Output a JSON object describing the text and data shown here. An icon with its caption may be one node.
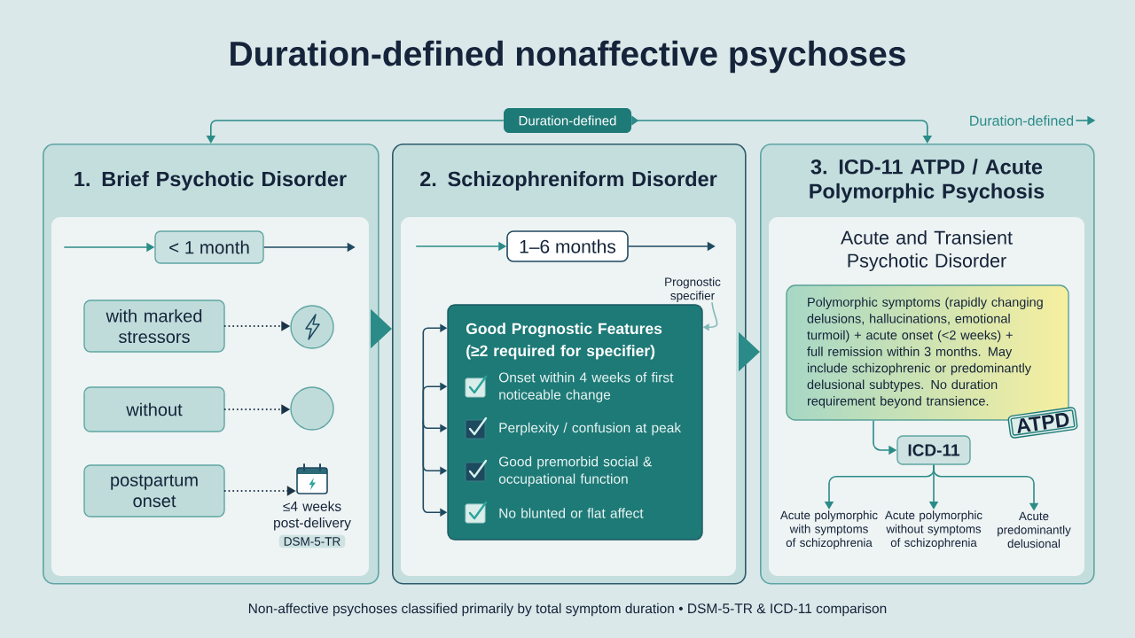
{
  "diagram": {
    "title": "Duration-defined nonaffective psychoses",
    "caption": "Non-affective psychoses classified primarily by total symptom duration • DSM-5-TR & ICD-11 comparison",
    "nodes": [
      {
        "text": [
          "Duration-defined"
        ]
      },
      {
        "text": [
          "Duration-defined"
        ]
      },
      {
        "text": [
          "1. Brief Psychotic Disorder"
        ]
      },
      {
        "text": [
          "2. Schizophreniform Disorder"
        ]
      },
      {
        "text": [
          "3. ICD-11 ATPD / Acute Polymorphic Psychosis",
          "Acute and Transient Psychotic Disorder"
        ]
      },
      {
        "text": [
          "< 1 month"
        ],
        "in": 2
      },
      {
        "text": [
          "with marked stressors"
        ],
        "in": 2
      },
      {
        "text": [],
        "shape": "circle",
        "in": 2
      },
      {
        "text": [
          "without"
        ],
        "in": 2
      },
      {
        "text": [],
        "shape": "circle",
        "in": 2
      },
      {
        "text": [
          "postpartum onset"
        ],
        "in": 2
      },
      {
        "text": [],
        "shape": "picture",
        "in": 2,
        "beside": [
          "≤4 weeks post-delivery",
          "DSM-5-TR"
        ]
      },
      {
        "text": [
          "1–6 months"
        ],
        "in": 3
      },
      {
        "text": [
          "Prognostic specifier"
        ],
        "in": 3
      },
      {
        "text": [
          "Good Prognostic Features (≥2 required for specifier)",
          "Onset within 4 weeks of first noticeable change",
          "Perplexity / confusion at peak",
          "Good premorbid social & occupational function",
          "No blunted or flat affect"
        ],
        "in": 3
      },
      {
        "text": [
          "Polymorphic symptoms (rapidly changing delusions, hallucinations, emotional turmoil) + acute onset (<2 weeks) + full remission within 3 months. May include schizophrenic or predominantly delusional subtypes. No duration requirement beyond transience."
        ],
        "in": 4
      },
      {
        "text": [
          "ATPD"
        ],
        "in": 4
      },
      {
        "text": [
          "ICD-11"
        ],
        "in": 4
      },
      {
        "text": [
          "Acute polymorphic with symptoms of schizophrenia"
        ],
        "in": 4
      },
      {
        "text": [
          "Acute polymorphic without symptoms of schizophrenia"
        ],
        "in": 4
      },
      {
        "text": [
          "Acute predominantly delusional"
        ],
        "in": 4
      }
    ],
    "edges": [
      {
        "from": 0,
        "to": 2,
        "arrow": "to"
      },
      {
        "from": 0,
        "to": 4,
        "arrow": "to"
      },
      {
        "from": 1,
        "to": null,
        "arrow": "to"
      },
      {
        "from": 2,
        "to": 3,
        "arrow": "to",
        "style": "thick"
      },
      {
        "from": 3,
        "to": 4,
        "arrow": "to",
        "style": "thick"
      },
      {
        "from": null,
        "to": 5,
        "arrow": "to"
      },
      {
        "from": 5,
        "to": null,
        "arrow": "to",
        "color": "#1f4a60"
      },
      {
        "from": 6,
        "to": 7,
        "arrow": "to",
        "style": "dashed",
        "color": "#1b3347"
      },
      {
        "from": 8,
        "to": 9,
        "arrow": "to",
        "style": "dashed",
        "color": "#1b3347"
      },
      {
        "from": 10,
        "to": 11,
        "arrow": "to",
        "style": "dashed",
        "color": "#1b3347"
      },
      {
        "from": null,
        "to": 12,
        "arrow": "to"
      },
      {
        "from": 12,
        "to": null,
        "arrow": "to",
        "color": "#1f4a60"
      },
      {
        "from": 13,
        "to": 14,
        "arrow": "to",
        "color": "#7fb8b4"
      },
      {
        "from": 15,
        "to": 17,
        "arrow": "to"
      },
      {
        "from": 17,
        "to": 18,
        "arrow": "to"
      },
      {
        "from": 17,
        "to": 19,
        "arrow": "to"
      },
      {
        "from": 17,
        "to": 20,
        "arrow": "to"
      },
      {
        "from": null,
        "to": 14,
        "arrow": "to",
        "color": "#1f4a60"
      },
      {
        "from": null,
        "to": 14,
        "arrow": "to",
        "color": "#1f4a60"
      },
      {
        "from": null,
        "to": 14,
        "arrow": "to",
        "color": "#1f4a60"
      },
      {
        "from": null,
        "to": 14,
        "arrow": "to",
        "color": "#1f4a60"
      },
      {
        "from": null,
        "to": 14,
        "arrow": "to",
        "color": "#1f4a60"
      }
    ]
  }
}
